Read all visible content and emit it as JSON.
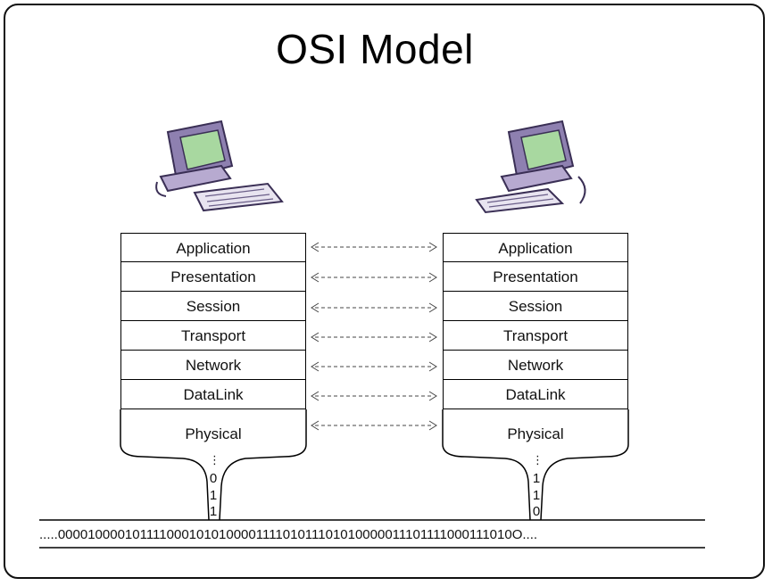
{
  "title": "OSI Model",
  "layers": [
    "Application",
    "Presentation",
    "Session",
    "Transport",
    "Network",
    "DataLink"
  ],
  "physical": "Physical",
  "left_bits": [
    "0",
    "1",
    "1"
  ],
  "right_bits": [
    "1",
    "1",
    "0"
  ],
  "bitstream": ".....000010000101111000101010000111101011101010000011101111000111010O....",
  "colors": {
    "computer_body": "#8e80b0",
    "screen": "#a8d8a0",
    "line": "#000000"
  }
}
